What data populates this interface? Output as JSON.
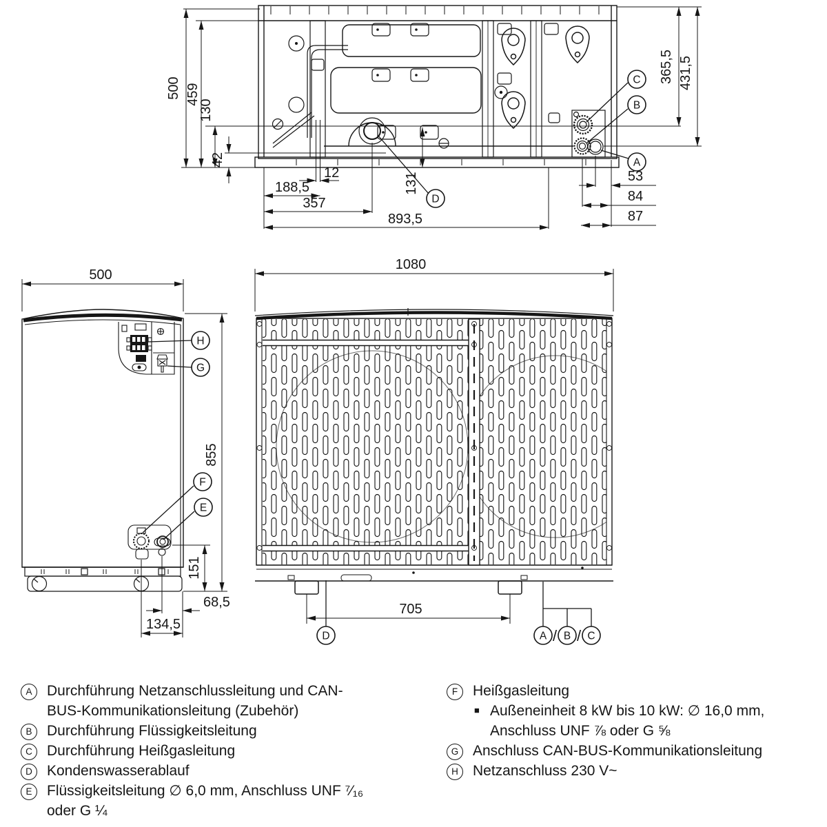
{
  "drawing": {
    "line_color": "#161616",
    "background": "#ffffff"
  },
  "top_view": {
    "callouts": {
      "c": "C",
      "b": "B",
      "a": "A",
      "d": "D"
    },
    "dims": {
      "h500": "500",
      "h459": "459",
      "h130": "130",
      "h42": "42",
      "w12": "12",
      "w188": "188,5",
      "w357": "357",
      "w893": "893,5",
      "v131": "131",
      "r365": "365,5",
      "r431": "431,5",
      "b53": "53",
      "b84": "84",
      "b87": "87"
    }
  },
  "side_view": {
    "callouts": {
      "h": "H",
      "g": "G",
      "f": "F",
      "e": "E"
    },
    "dims": {
      "w500": "500",
      "h855": "855",
      "v151": "151",
      "b68": "68,5",
      "b134": "134,5"
    }
  },
  "front_view": {
    "callouts": {
      "d": "D",
      "a": "A",
      "b": "B",
      "c": "C"
    },
    "separator": "/",
    "dims": {
      "w1080": "1080",
      "w705": "705"
    }
  },
  "legend": {
    "bullet": "■",
    "left": [
      {
        "key": "A",
        "lines": [
          "Durchführung Netzanschlussleitung und CAN-",
          "BUS-Kommunikationsleitung (Zubehör)"
        ]
      },
      {
        "key": "B",
        "lines": [
          "Durchführung Flüssigkeitsleitung"
        ]
      },
      {
        "key": "C",
        "lines": [
          "Durchführung Heißgasleitung"
        ]
      },
      {
        "key": "D",
        "lines": [
          "Kondenswasserablauf"
        ]
      },
      {
        "key": "E",
        "lines": [
          "Flüssigkeitsleitung ∅ 6,0 mm, Anschluss UNF ⁷⁄₁₆",
          "oder G ¼"
        ]
      }
    ],
    "right": [
      {
        "key": "F",
        "lines": [
          "Heißgasleitung"
        ],
        "bullet_lines": [
          "Außeneinheit 8 kW bis 10 kW: ∅ 16,0 mm,",
          "Anschluss UNF ⅞ oder G ⅝"
        ]
      },
      {
        "key": "G",
        "lines": [
          "Anschluss CAN-BUS-Kommunikationsleitung"
        ]
      },
      {
        "key": "H",
        "lines": [
          "Netzanschluss 230 V~"
        ]
      }
    ]
  }
}
